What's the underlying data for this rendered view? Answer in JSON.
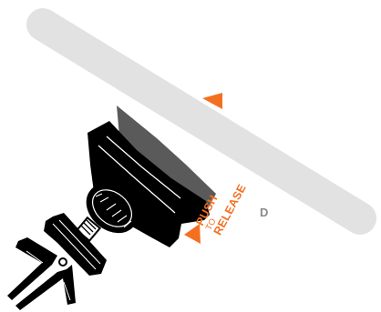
{
  "labels": {
    "push": "PUSH",
    "to": "TO",
    "release": "RELEASE",
    "callout": "D"
  },
  "icons": {
    "slot_arrow": "orange-up-triangle-icon",
    "release_arrow": "orange-left-triangle-icon"
  },
  "colors": {
    "accent": "#f37021",
    "ink": "#000000",
    "panel": "#e2e2e2",
    "shade": "#5a5a5a",
    "callout": "#8a8a8a"
  }
}
